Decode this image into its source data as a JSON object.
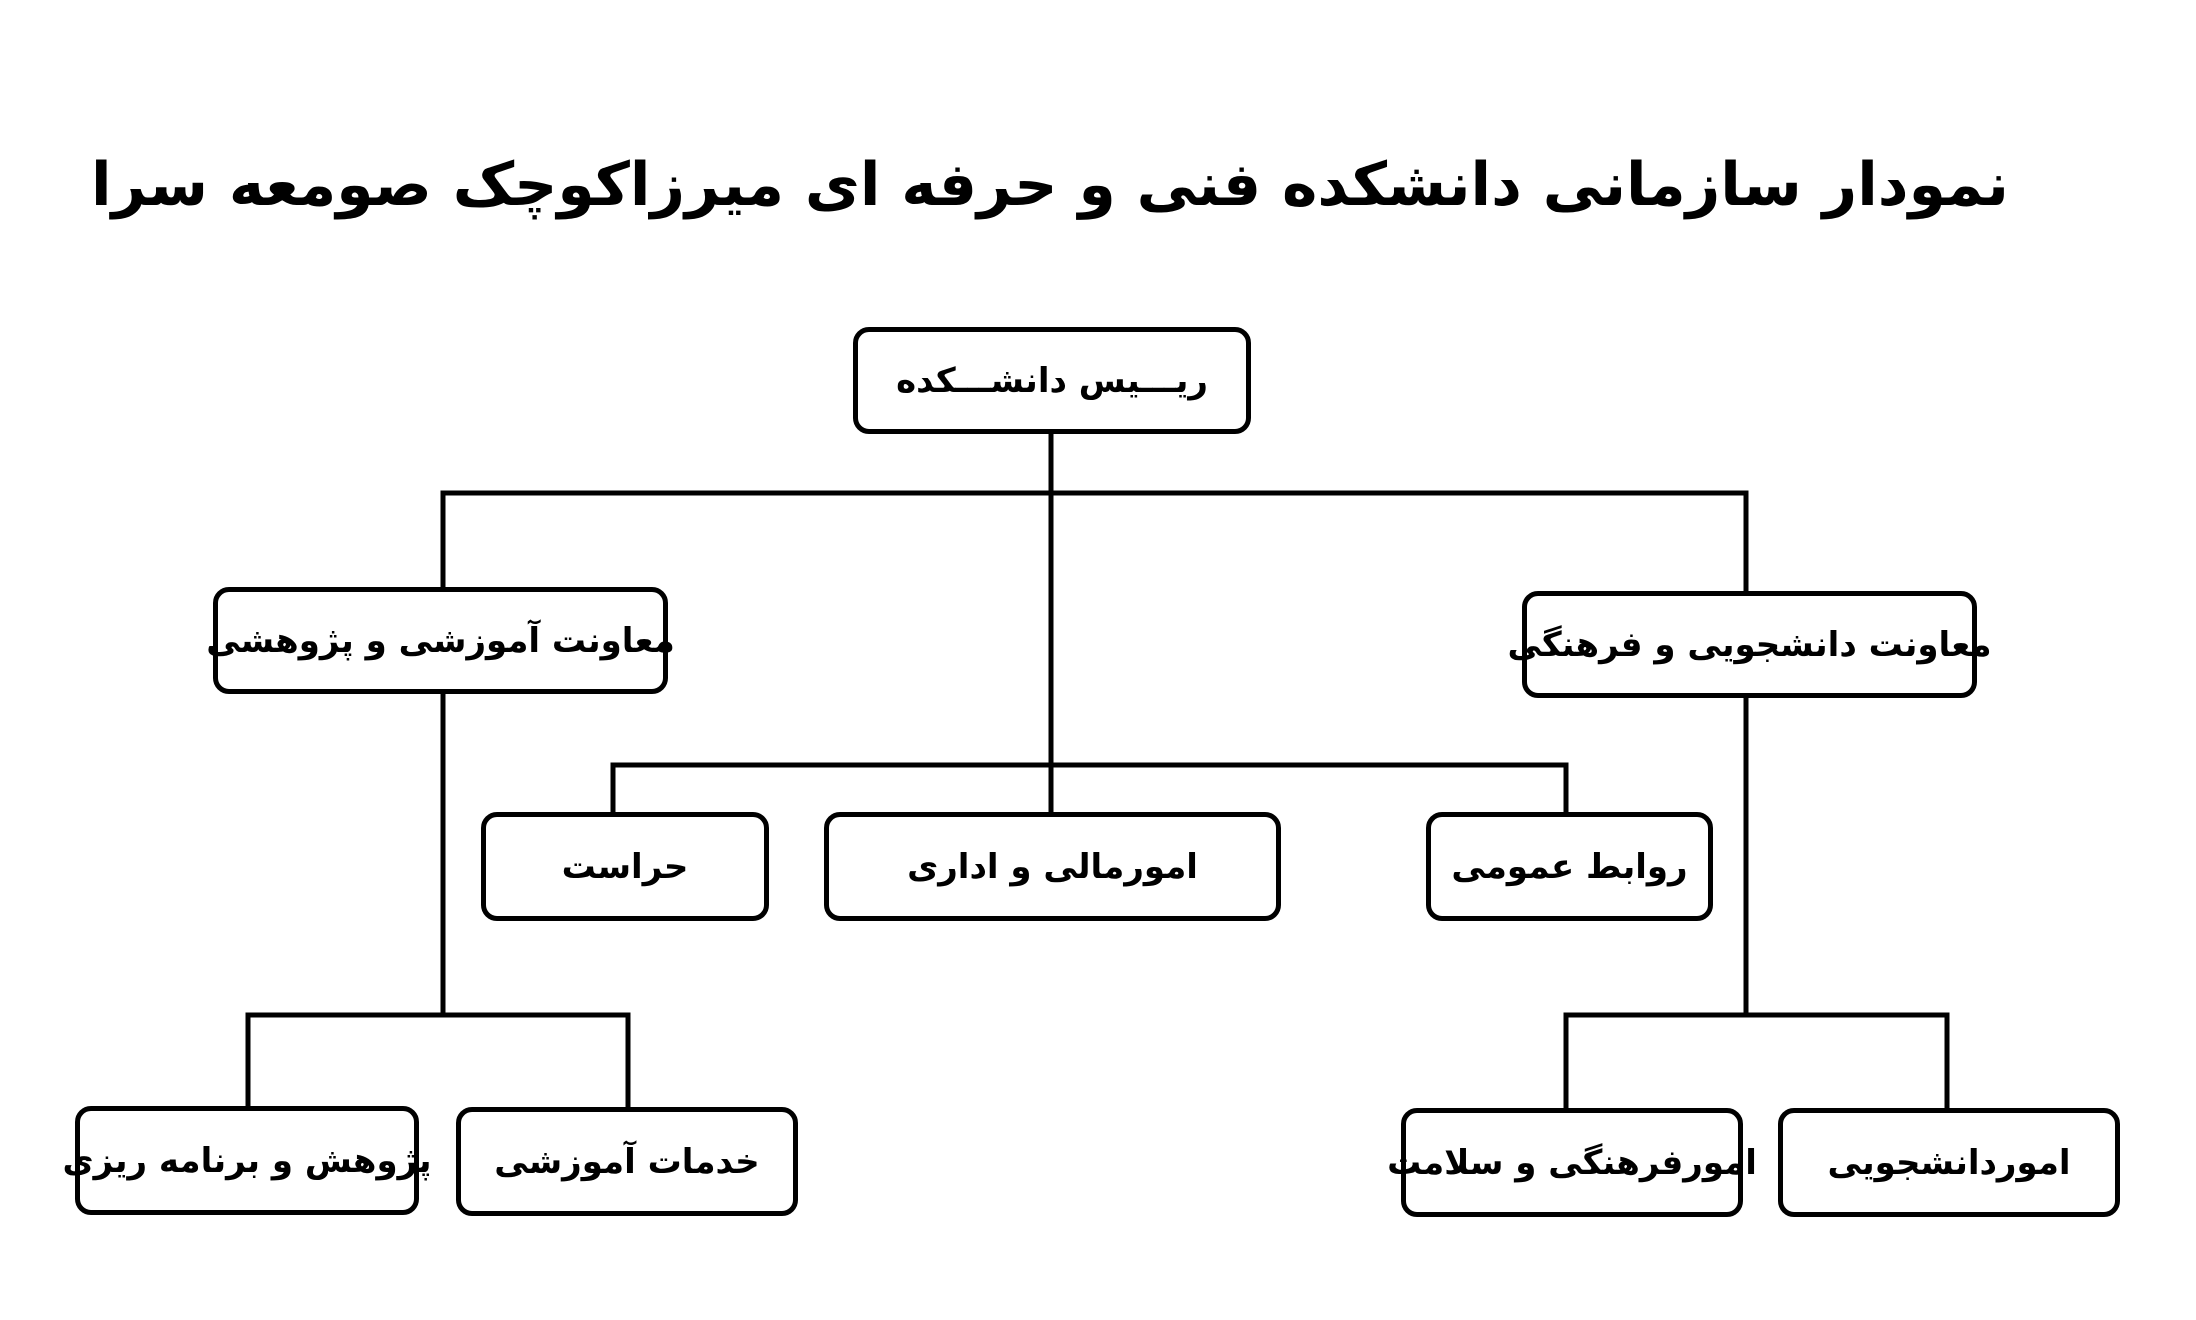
{
  "title": "نمودار سازمانی  دانشکده فنی و حرفه ای میرزاکوچک صومعه سرا",
  "nodes": {
    "president": "ریـــیس دانشـــکده",
    "academic_deputy": "معاونت آموزشی و پژوهشی",
    "student_deputy": "معاونت دانشجویی و فرهنگی",
    "security": "حراست",
    "finance_admin": "امورمالی و اداری",
    "public_relations": "روابط عمومی",
    "research_planning": "پژوهش و برنامه ریزی",
    "educational_services": "خدمات آموزشی",
    "cultural_health": "امورفرهنگی و سلامت",
    "student_affairs": "اموردانشجویی"
  }
}
